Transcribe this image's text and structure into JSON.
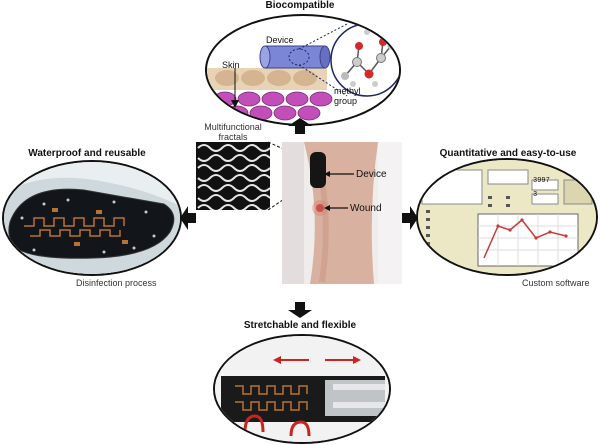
{
  "titles": {
    "top": "Biocompatible",
    "left": "Waterproof and reusable",
    "right": "Quantitative and easy-to-use",
    "bottom": "Stretchable and flexible"
  },
  "captions": {
    "left": "Disinfection process",
    "right": "Custom software",
    "fractals": "Multifunctional\nfractals"
  },
  "biocompatible": {
    "device_label": "Device",
    "skin_label": "Skin",
    "group_label": "methyl\ngroup"
  },
  "center_photo": {
    "device_label": "Device",
    "wound_label": "Wound"
  },
  "software_panel": {
    "field_a": "3997",
    "field_b": "3"
  },
  "colors": {
    "device_blue": "#7b86d6",
    "skin_pink": "#c24fb9",
    "tissue_beige": "#e8d3b4",
    "software_bg": "#ece7c4",
    "plot_line": "#c43b3b",
    "copper": "#b87333",
    "arrow_red": "#c9241f"
  }
}
